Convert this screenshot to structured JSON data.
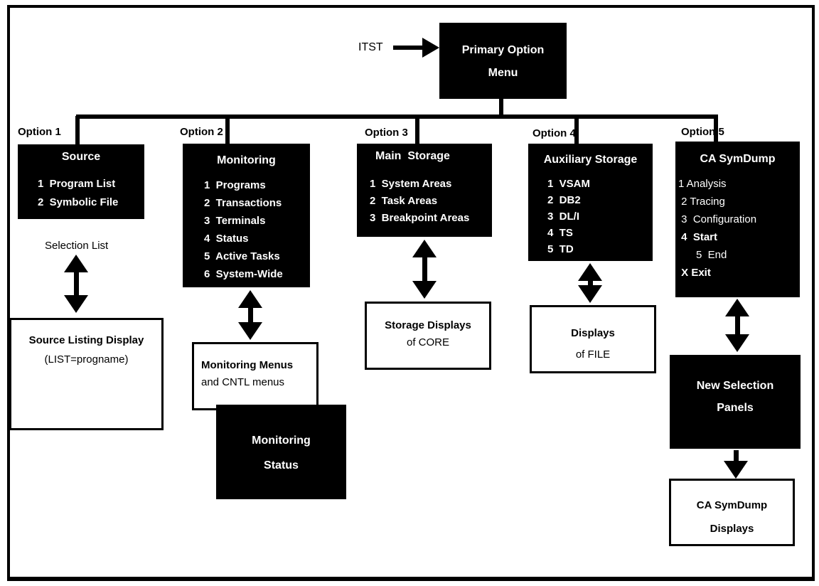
{
  "colors": {
    "page_bg": "#ffffff",
    "box_bg": "#000000",
    "box_text": "#ffffff",
    "line": "#000000"
  },
  "entry": {
    "label": "ITST"
  },
  "root_box": {
    "line1": "Primary Option",
    "line2": "Menu"
  },
  "options": [
    {
      "label": "Option 1",
      "title": "Source",
      "items": [
        "1  Program List",
        "2  Symbolic File"
      ]
    },
    {
      "label": "Option 2",
      "title": "Monitoring",
      "items": [
        "1  Programs",
        "2  Transactions",
        "3  Terminals",
        "4  Status",
        "5  Active Tasks",
        "6  System-Wide"
      ]
    },
    {
      "label": "Option 3",
      "title": "Main  Storage",
      "items": [
        "1  System Areas",
        "2  Task Areas",
        "3  Breakpoint Areas"
      ]
    },
    {
      "label": "Option 4",
      "title": "Auxiliary Storage",
      "items": [
        "1  VSAM",
        "2  DB2",
        "3  DL/I",
        "4  TS",
        "5  TD"
      ]
    },
    {
      "label": "Option 5",
      "title": "CA SymDump",
      "items": [
        "1 Analysis",
        " 2 Tracing",
        " 3  Configuration",
        " 4  Start",
        "      5  End",
        " X Exit"
      ]
    }
  ],
  "sub": {
    "selection_list_label": "Selection List",
    "source_listing": {
      "line1": "Source Listing Display",
      "line2": "(LIST=progname)"
    },
    "monitoring_menus": {
      "line1": "Monitoring Menus",
      "line2": "and CNTL menus"
    },
    "monitoring_status": {
      "line1": "Monitoring",
      "line2": "Status"
    },
    "storage_displays": {
      "line1": "Storage Displays",
      "line2": "of CORE"
    },
    "displays_file": {
      "line1": "Displays",
      "line2": "of FILE"
    },
    "new_selection": {
      "line1": "New Selection",
      "line2": "Panels"
    },
    "symdump_displays": {
      "line1": "CA SymDump",
      "line2": "Displays"
    }
  }
}
